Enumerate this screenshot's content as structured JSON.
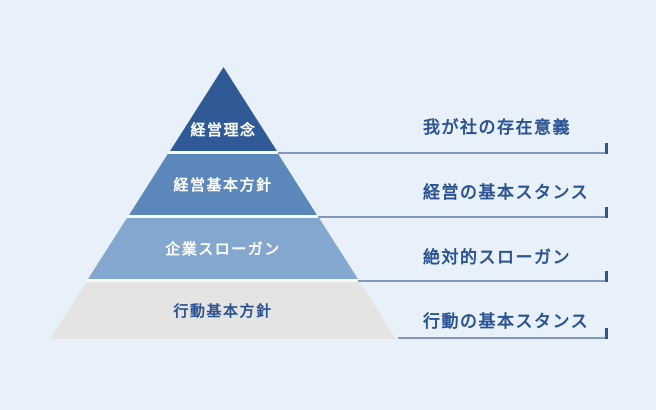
{
  "diagram": {
    "type": "pyramid",
    "tiers": [
      {
        "label": "経営理念",
        "description": "我が社の存在意義",
        "fill": "#2F5A96",
        "label_color": "#FFFFFF"
      },
      {
        "label": "経営基本方針",
        "description": "経営の基本スタンス",
        "fill": "#5C87BA",
        "label_color": "#FFFFFF"
      },
      {
        "label": "企業スローガン",
        "description": "絶対的スローガン",
        "fill": "#83A7CE",
        "label_color": "#FFFFFF"
      },
      {
        "label": "行動基本方針",
        "description": "行動の基本スタンス",
        "fill": "#E4E4E3",
        "label_color": "#2B5291"
      }
    ],
    "colors": {
      "background": "#E8F1FA",
      "tier_separator": "#F6FAFD",
      "connector_line": "#8099BD",
      "connector_tick": "#2E5494",
      "description_text": "#2B5291"
    }
  }
}
